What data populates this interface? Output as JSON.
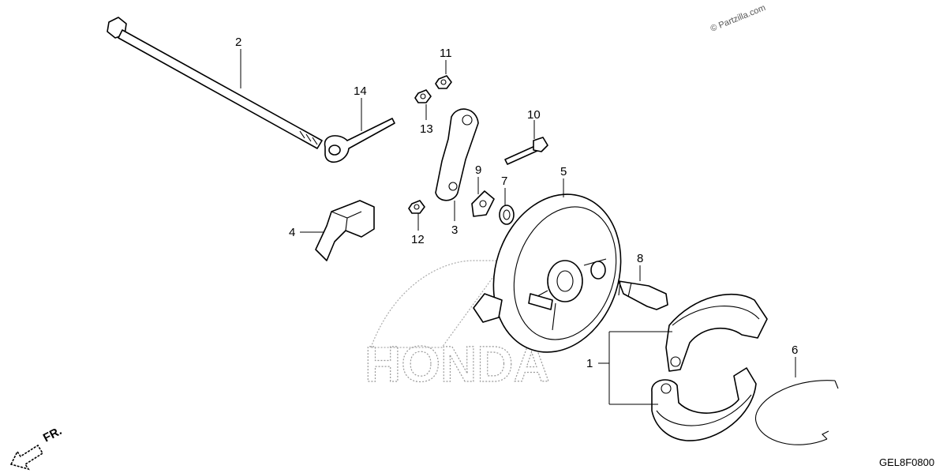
{
  "copyright": "© Partzilla.com",
  "watermark": "HONDA",
  "diagram_code": "GEL8F0800",
  "direction_label": "FR.",
  "callouts": [
    {
      "id": "1",
      "part": "brake-shoe-set"
    },
    {
      "id": "2",
      "part": "axle"
    },
    {
      "id": "3",
      "part": "brake-arm"
    },
    {
      "id": "4",
      "part": "cable-bracket"
    },
    {
      "id": "5",
      "part": "brake-panel"
    },
    {
      "id": "6",
      "part": "shoe-spring"
    },
    {
      "id": "7",
      "part": "wave-washer"
    },
    {
      "id": "8",
      "part": "brake-cam"
    },
    {
      "id": "9",
      "part": "wear-indicator-plate"
    },
    {
      "id": "10",
      "part": "flange-bolt"
    },
    {
      "id": "11",
      "part": "nut"
    },
    {
      "id": "12",
      "part": "nut"
    },
    {
      "id": "13",
      "part": "nut"
    },
    {
      "id": "14",
      "part": "chain-adjuster"
    }
  ]
}
